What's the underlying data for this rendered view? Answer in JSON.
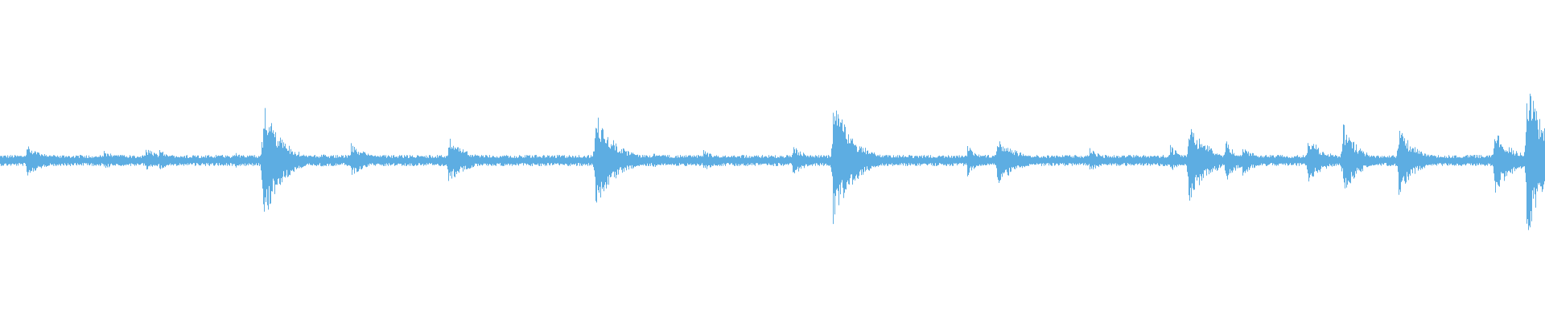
{
  "waveform": {
    "color": "#5dade2",
    "background": "#ffffff",
    "baseline_amplitude": 0.015,
    "noise_amplitude": 0.02,
    "peaks": [
      {
        "t": 0.017,
        "up": 0.1,
        "down": 0.1,
        "decay": 0.015
      },
      {
        "t": 0.067,
        "up": 0.07,
        "down": 0.06,
        "decay": 0.01
      },
      {
        "t": 0.094,
        "up": 0.08,
        "down": 0.07,
        "decay": 0.012
      },
      {
        "t": 0.103,
        "up": 0.07,
        "down": 0.06,
        "decay": 0.01
      },
      {
        "t": 0.152,
        "up": 0.05,
        "down": 0.05,
        "decay": 0.01
      },
      {
        "t": 0.17,
        "up": 0.38,
        "down": 0.42,
        "decay": 0.012
      },
      {
        "t": 0.207,
        "up": 0.05,
        "down": 0.05,
        "decay": 0.01
      },
      {
        "t": 0.227,
        "up": 0.11,
        "down": 0.1,
        "decay": 0.012
      },
      {
        "t": 0.29,
        "up": 0.15,
        "down": 0.15,
        "decay": 0.013
      },
      {
        "t": 0.325,
        "up": 0.04,
        "down": 0.04,
        "decay": 0.01
      },
      {
        "t": 0.385,
        "up": 0.32,
        "down": 0.33,
        "decay": 0.013
      },
      {
        "t": 0.408,
        "up": 0.06,
        "down": 0.06,
        "decay": 0.01
      },
      {
        "t": 0.422,
        "up": 0.05,
        "down": 0.05,
        "decay": 0.01
      },
      {
        "t": 0.455,
        "up": 0.07,
        "down": 0.07,
        "decay": 0.01
      },
      {
        "t": 0.513,
        "up": 0.1,
        "down": 0.1,
        "decay": 0.01
      },
      {
        "t": 0.539,
        "up": 0.4,
        "down": 0.4,
        "decay": 0.013
      },
      {
        "t": 0.561,
        "up": 0.07,
        "down": 0.07,
        "decay": 0.01
      },
      {
        "t": 0.592,
        "up": 0.04,
        "down": 0.04,
        "decay": 0.008
      },
      {
        "t": 0.626,
        "up": 0.1,
        "down": 0.1,
        "decay": 0.008
      },
      {
        "t": 0.645,
        "up": 0.17,
        "down": 0.17,
        "decay": 0.013
      },
      {
        "t": 0.705,
        "up": 0.08,
        "down": 0.08,
        "decay": 0.01
      },
      {
        "t": 0.757,
        "up": 0.1,
        "down": 0.08,
        "decay": 0.008
      },
      {
        "t": 0.769,
        "up": 0.25,
        "down": 0.27,
        "decay": 0.013
      },
      {
        "t": 0.793,
        "up": 0.14,
        "down": 0.15,
        "decay": 0.008
      },
      {
        "t": 0.804,
        "up": 0.11,
        "down": 0.12,
        "decay": 0.008
      },
      {
        "t": 0.826,
        "up": 0.04,
        "down": 0.03,
        "decay": 0.008
      },
      {
        "t": 0.846,
        "up": 0.16,
        "down": 0.15,
        "decay": 0.012
      },
      {
        "t": 0.869,
        "up": 0.24,
        "down": 0.24,
        "decay": 0.01
      },
      {
        "t": 0.905,
        "up": 0.22,
        "down": 0.23,
        "decay": 0.011
      },
      {
        "t": 0.967,
        "up": 0.2,
        "down": 0.22,
        "decay": 0.012
      },
      {
        "t": 0.988,
        "up": 0.53,
        "down": 0.55,
        "decay": 0.012
      }
    ]
  }
}
